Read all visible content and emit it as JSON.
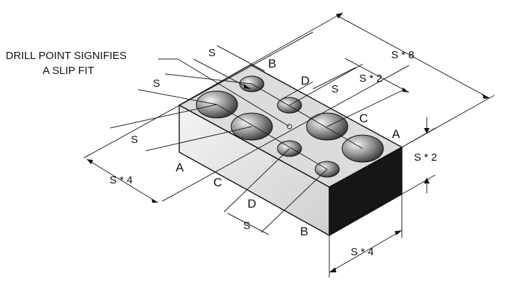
{
  "note": {
    "line1": "DRILL POINT SIGNIFIES",
    "line2": "A SLIP FIT"
  },
  "section_letters": {
    "a_left": "A",
    "a_right": "A",
    "b_top": "B",
    "b_bottom": "B",
    "c_left": "C",
    "c_right": "C",
    "d_top": "D",
    "d_bottom": "D"
  },
  "dimensions": {
    "s_top": "S",
    "s_left_top": "S",
    "s_right_small": "S",
    "s_left_mid": "S",
    "s_bottom": "S",
    "s2_top": "S * 2",
    "s8": "S * 8",
    "s2_height": "S * 2",
    "s4_left": "S * 4",
    "s4_bottom": "S * 4"
  }
}
